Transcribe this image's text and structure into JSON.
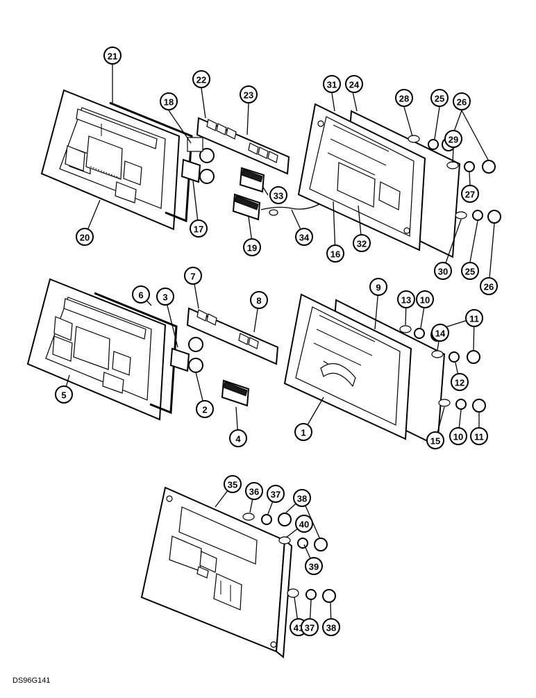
{
  "drawing_code": "DS96G141",
  "callouts": [
    {
      "label": "21"
    },
    {
      "label": "18"
    },
    {
      "label": "22"
    },
    {
      "label": "23"
    },
    {
      "label": "31"
    },
    {
      "label": "24"
    },
    {
      "label": "28"
    },
    {
      "label": "25"
    },
    {
      "label": "26"
    },
    {
      "label": "29"
    },
    {
      "label": "27"
    },
    {
      "label": "33"
    },
    {
      "label": "17"
    },
    {
      "label": "20"
    },
    {
      "label": "19"
    },
    {
      "label": "34"
    },
    {
      "label": "16"
    },
    {
      "label": "32"
    },
    {
      "label": "30"
    },
    {
      "label": "25"
    },
    {
      "label": "26"
    },
    {
      "label": "7"
    },
    {
      "label": "6"
    },
    {
      "label": "3"
    },
    {
      "label": "8"
    },
    {
      "label": "9"
    },
    {
      "label": "13"
    },
    {
      "label": "10"
    },
    {
      "label": "11"
    },
    {
      "label": "14"
    },
    {
      "label": "12"
    },
    {
      "label": "5"
    },
    {
      "label": "2"
    },
    {
      "label": "4"
    },
    {
      "label": "1"
    },
    {
      "label": "15"
    },
    {
      "label": "10"
    },
    {
      "label": "11"
    },
    {
      "label": "35"
    },
    {
      "label": "36"
    },
    {
      "label": "37"
    },
    {
      "label": "38"
    },
    {
      "label": "40"
    },
    {
      "label": "39"
    },
    {
      "label": "41"
    },
    {
      "label": "37"
    },
    {
      "label": "38"
    }
  ]
}
